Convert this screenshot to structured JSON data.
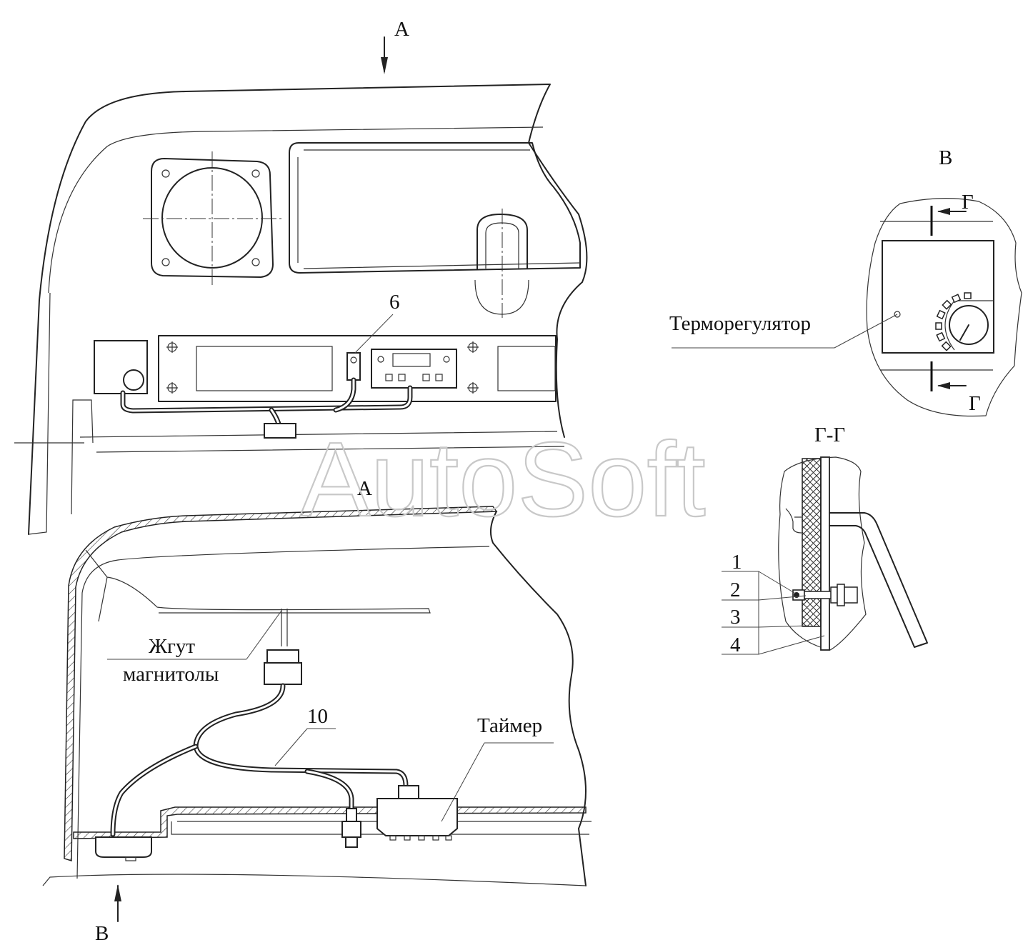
{
  "labels": {
    "view_a_top": "А",
    "view_a_section": "А",
    "view_b_arrow": "В",
    "view_b_title": "В",
    "cut_g_top": "Г",
    "cut_g_bottom": "Г",
    "section_gg": "Г-Г",
    "thermoregulator": "Терморегулятор",
    "harness_line1": "Жгут",
    "harness_line2": "магнитолы",
    "timer": "Таймер",
    "pos_6": "6",
    "pos_10": "10",
    "pos_1": "1",
    "pos_2": "2",
    "pos_3": "3",
    "pos_4": "4"
  },
  "watermark": "AutoSoft"
}
